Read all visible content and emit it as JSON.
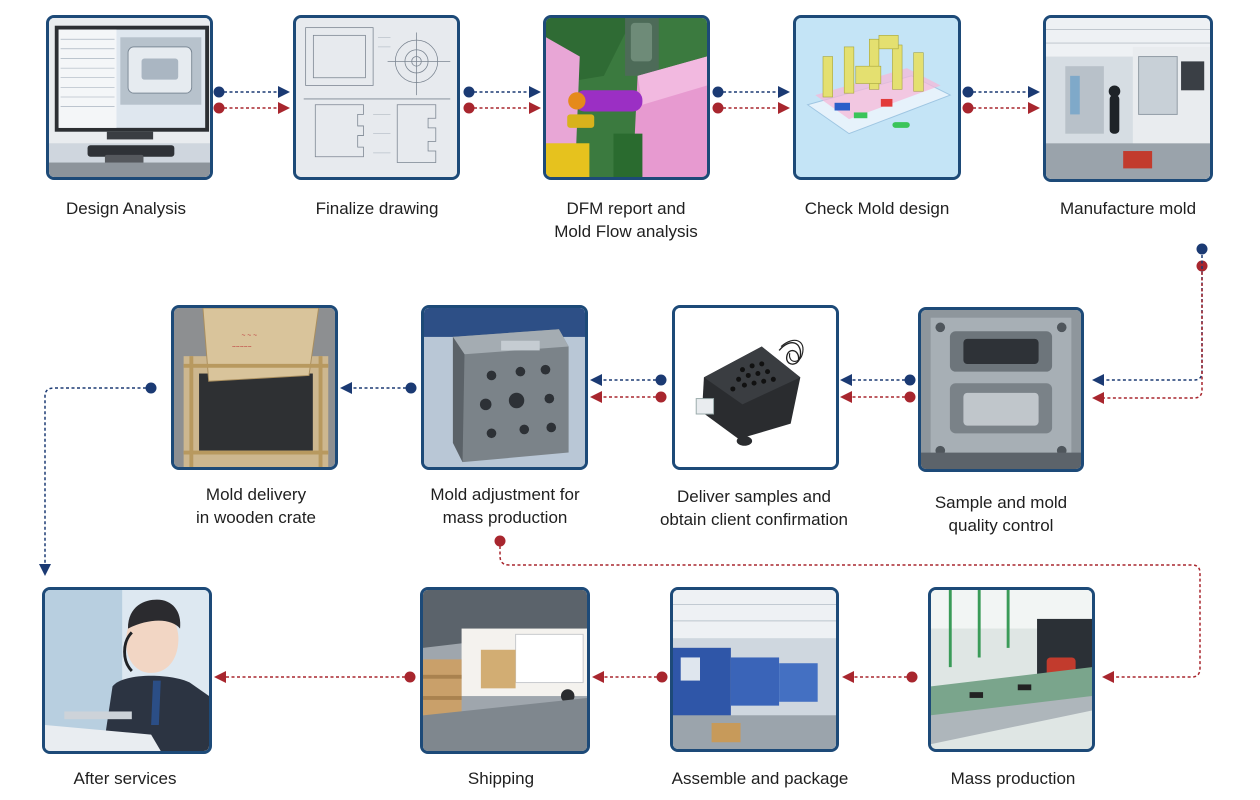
{
  "colors": {
    "blue": "#1b3a73",
    "red": "#a8262e",
    "frame": "#1d4a78"
  },
  "steps": [
    {
      "id": "design-analysis",
      "image": "computer monitor showing CAD design",
      "lines": [
        "Design Analysis"
      ]
    },
    {
      "id": "finalize-drawing",
      "image": "technical engineering drawing",
      "lines": [
        "Finalize drawing"
      ]
    },
    {
      "id": "dfm-report",
      "image": "3D mold flow rendering",
      "lines": [
        "DFM report and",
        "Mold Flow analysis"
      ]
    },
    {
      "id": "check-mold-design",
      "image": "3D mold design model",
      "lines": [
        "Check Mold design"
      ]
    },
    {
      "id": "manufacture-mold",
      "image": "CNC machining workshop",
      "lines": [
        "Manufacture mold"
      ]
    },
    {
      "id": "sample-quality-control",
      "image": "steel mold cavity",
      "lines": [
        "Sample and mold",
        "quality control"
      ]
    },
    {
      "id": "deliver-samples",
      "image": "black plastic speaker sample",
      "lines": [
        "Deliver samples and",
        "obtain client confirmation"
      ]
    },
    {
      "id": "mold-adjustment",
      "image": "steel mold block",
      "lines": [
        "Mold adjustment for",
        "mass production"
      ]
    },
    {
      "id": "mold-delivery",
      "image": "mold in wooden crate",
      "lines": [
        "Mold delivery",
        "in wooden crate"
      ]
    },
    {
      "id": "mass-production",
      "image": "injection molding production line",
      "lines": [
        "Mass production"
      ]
    },
    {
      "id": "assemble-package",
      "image": "injection molding factory floor",
      "lines": [
        "Assemble and package"
      ]
    },
    {
      "id": "shipping",
      "image": "truck loading at warehouse",
      "lines": [
        "Shipping"
      ]
    },
    {
      "id": "after-services",
      "image": "customer service agent with headset",
      "lines": [
        "After services"
      ]
    }
  ]
}
